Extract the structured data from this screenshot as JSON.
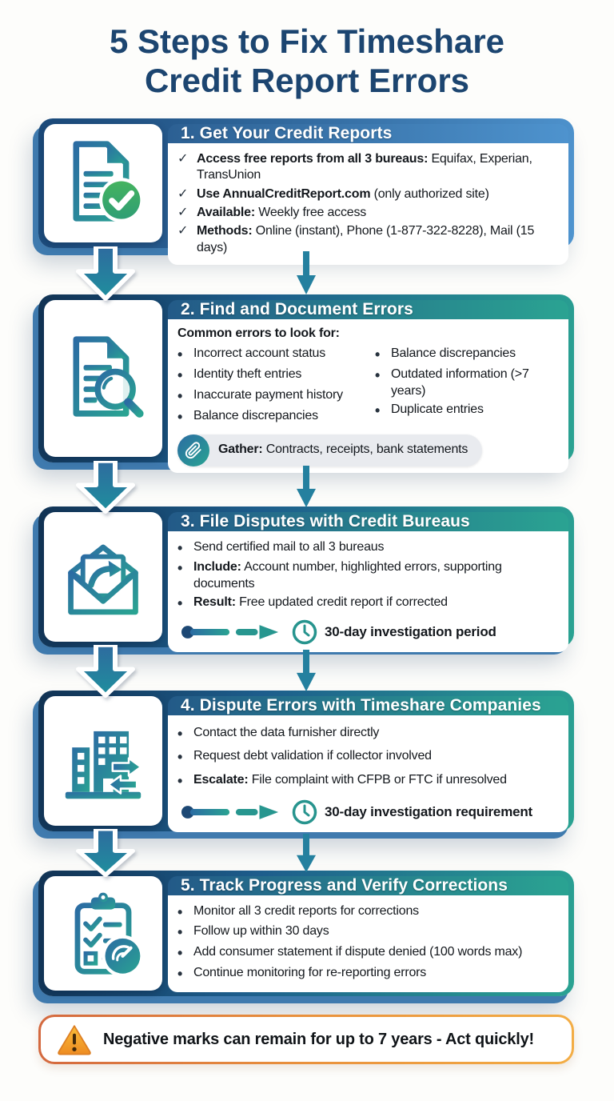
{
  "colors": {
    "title_navy": "#1c4570",
    "card_blue": "#2d6ba0",
    "card_teal": "#2aa392",
    "header_blue_light": "#4f94cf",
    "green_check": "#3fae6b",
    "warning_orange": "#ee8c22",
    "text_dark": "#14181d",
    "pill_gray": "#e9ebef"
  },
  "title": {
    "line1": "5 Steps to Fix Timeshare",
    "line2": "Credit Report Errors"
  },
  "steps": [
    {
      "header": "1. Get Your Credit Reports",
      "marker": "✓",
      "icon": "document-check-icon",
      "bullets": [
        {
          "bold": "Access free reports from all 3 bureaus:",
          "text": " Equifax, Experian, TransUnion"
        },
        {
          "bold": "Use AnnualCreditReport.com",
          "text": " (only authorized site)"
        },
        {
          "bold": "Available:",
          "text": " Weekly free access"
        },
        {
          "bold": "Methods:",
          "text": " Online (instant), Phone (1-877-322-8228), Mail (15 days)"
        }
      ]
    },
    {
      "header": "2. Find and Document Errors",
      "marker": "•",
      "icon": "document-search-icon",
      "intro": "Common errors to look for:",
      "columns": {
        "left": [
          "Incorrect account status",
          "Identity theft entries",
          "Inaccurate payment history",
          "Balance discrepancies"
        ],
        "right": [
          "Balance discrepancies",
          "Outdated information (>7 years)",
          "Duplicate entries"
        ]
      },
      "gather": {
        "bold": "Gather:",
        "text": " Contracts, receipts, bank statements"
      }
    },
    {
      "header": "3. File Disputes with Credit Bureaus",
      "marker": "•",
      "icon": "envelope-send-icon",
      "bullets": [
        {
          "bold": "",
          "text": "Send certified mail to all 3 bureaus"
        },
        {
          "bold": "Include:",
          "text": " Account number, highlighted errors, supporting documents"
        },
        {
          "bold": "Result:",
          "text": " Free updated credit report if corrected"
        }
      ],
      "timeline": "30-day investigation period"
    },
    {
      "header": "4. Dispute Errors with Timeshare Companies",
      "marker": "•",
      "icon": "buildings-exchange-icon",
      "bullets": [
        {
          "bold": "",
          "text": "Contact the data furnisher directly"
        },
        {
          "bold": "",
          "text": "Request debt validation if collector involved"
        },
        {
          "bold": "Escalate:",
          "text": " File complaint with CFPB or FTC if unresolved"
        }
      ],
      "timeline": "30-day investigation requirement"
    },
    {
      "header": "5. Track Progress and Verify Corrections",
      "marker": "•",
      "icon": "clipboard-gauge-icon",
      "bullets": [
        {
          "bold": "",
          "text": "Monitor all 3 credit reports for corrections"
        },
        {
          "bold": "",
          "text": "Follow up within 30 days"
        },
        {
          "bold": "",
          "text": "Add consumer statement if dispute denied (100 words max)"
        },
        {
          "bold": "",
          "text": "Continue monitoring for re-reporting errors"
        }
      ]
    }
  ],
  "warning": {
    "text": "Negative marks can remain for up to 7 years - Act quickly!"
  }
}
